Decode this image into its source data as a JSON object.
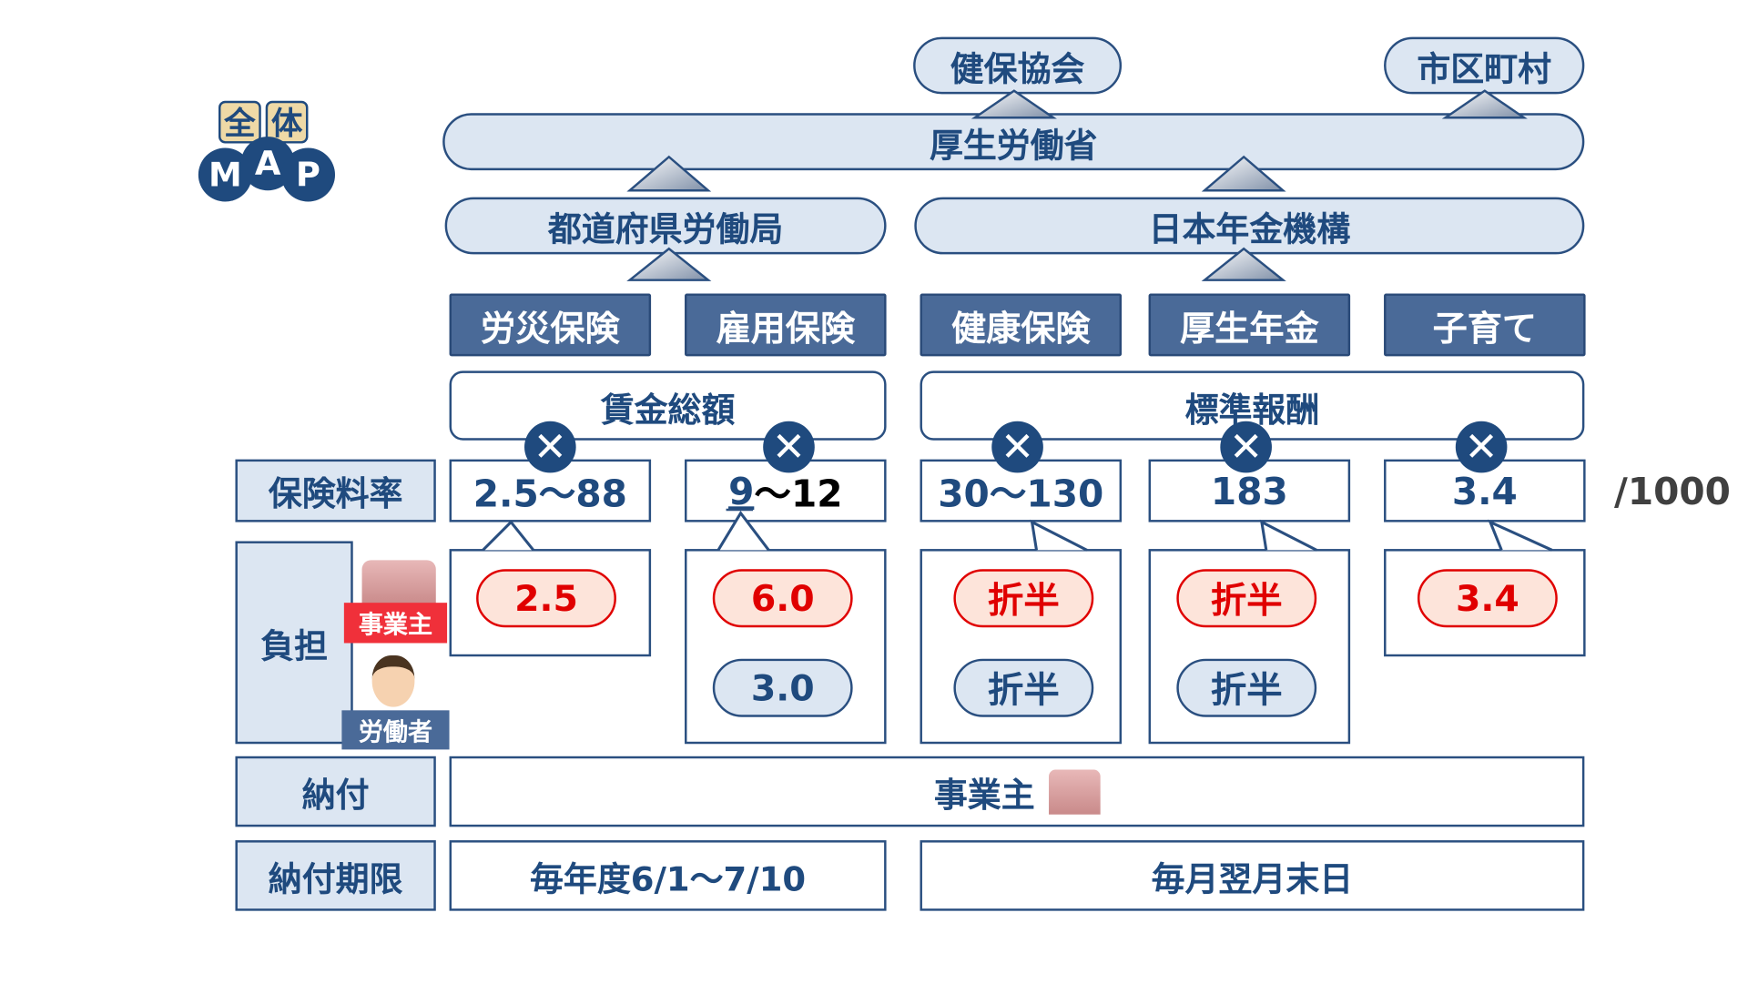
{
  "logo": {
    "top": [
      "全",
      "体"
    ],
    "bottom": [
      "M",
      "A",
      "P"
    ]
  },
  "top_orgs": {
    "kyokai": "健保協会",
    "municipality": "市区町村",
    "mhlw": "厚生労働省"
  },
  "mid_orgs": {
    "labor_bureau": "都道府県労働局",
    "pension_org": "日本年金機構"
  },
  "insurances": [
    "労災保険",
    "雇用保険",
    "健康保険",
    "厚生年金",
    "子育て"
  ],
  "bases": {
    "wage_total": "賃金総額",
    "standard_remuneration": "標準報酬"
  },
  "multiply_symbol": "✕",
  "rate_row": {
    "label": "保険料率",
    "values": [
      "2.5〜88",
      "〜12",
      "30〜130",
      "183",
      "3.4"
    ],
    "koyo_prefix": "9",
    "unit": "/1000"
  },
  "burden_row": {
    "label": "負担",
    "employer_label": "事業主",
    "worker_label": "労働者",
    "employer": [
      "2.5",
      "6.0",
      "折半",
      "折半",
      "3.4"
    ],
    "worker": [
      "3.0",
      "折半",
      "折半"
    ]
  },
  "payment_row": {
    "label": "納付",
    "value": "事業主"
  },
  "deadline_row": {
    "label": "納付期限",
    "labor": "毎年度6/1〜7/10",
    "social": "毎月翌月末日"
  }
}
